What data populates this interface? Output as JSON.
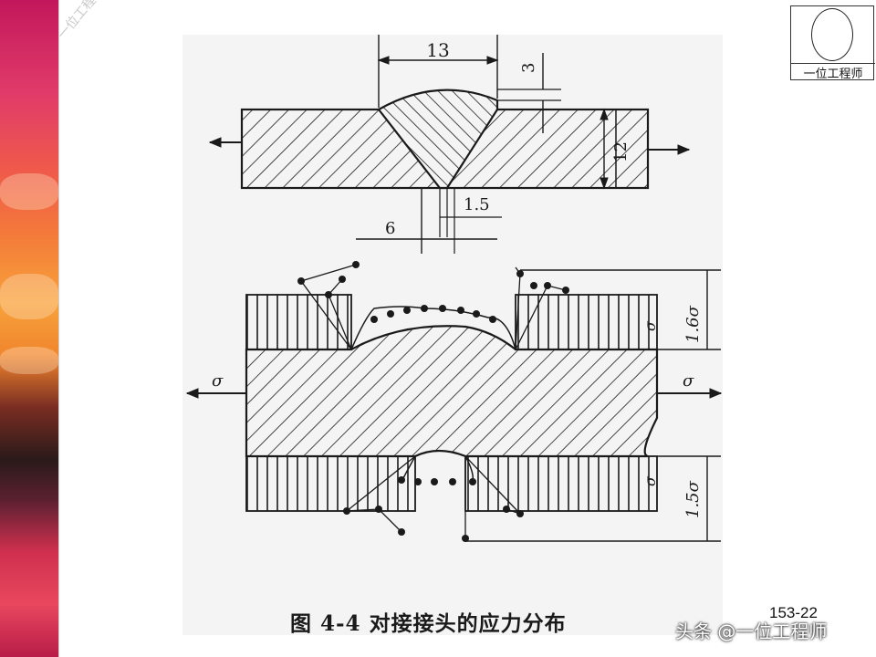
{
  "slide": {
    "caption": "图 4-4   对接接头的应力分布",
    "page_number": "153-22"
  },
  "watermarks": {
    "left": "一位工程师",
    "bottom": "头条 @一位工程师",
    "logo_text": "一位工程师"
  },
  "diagram": {
    "top_labels": {
      "weld_width": "13",
      "reinforcement": "3",
      "thickness": "12",
      "root_gap": "1.5",
      "root_face": "6"
    },
    "bottom_labels": {
      "sigma_left": "σ",
      "sigma_right": "σ",
      "sigma_top": "σ",
      "sigma_bottom": "σ",
      "top_peak": "1.6σ",
      "bottom_peak": "1.5σ"
    }
  },
  "colors": {
    "ink": "#1a1a1a",
    "figure_bg": "#f4f4f4"
  }
}
